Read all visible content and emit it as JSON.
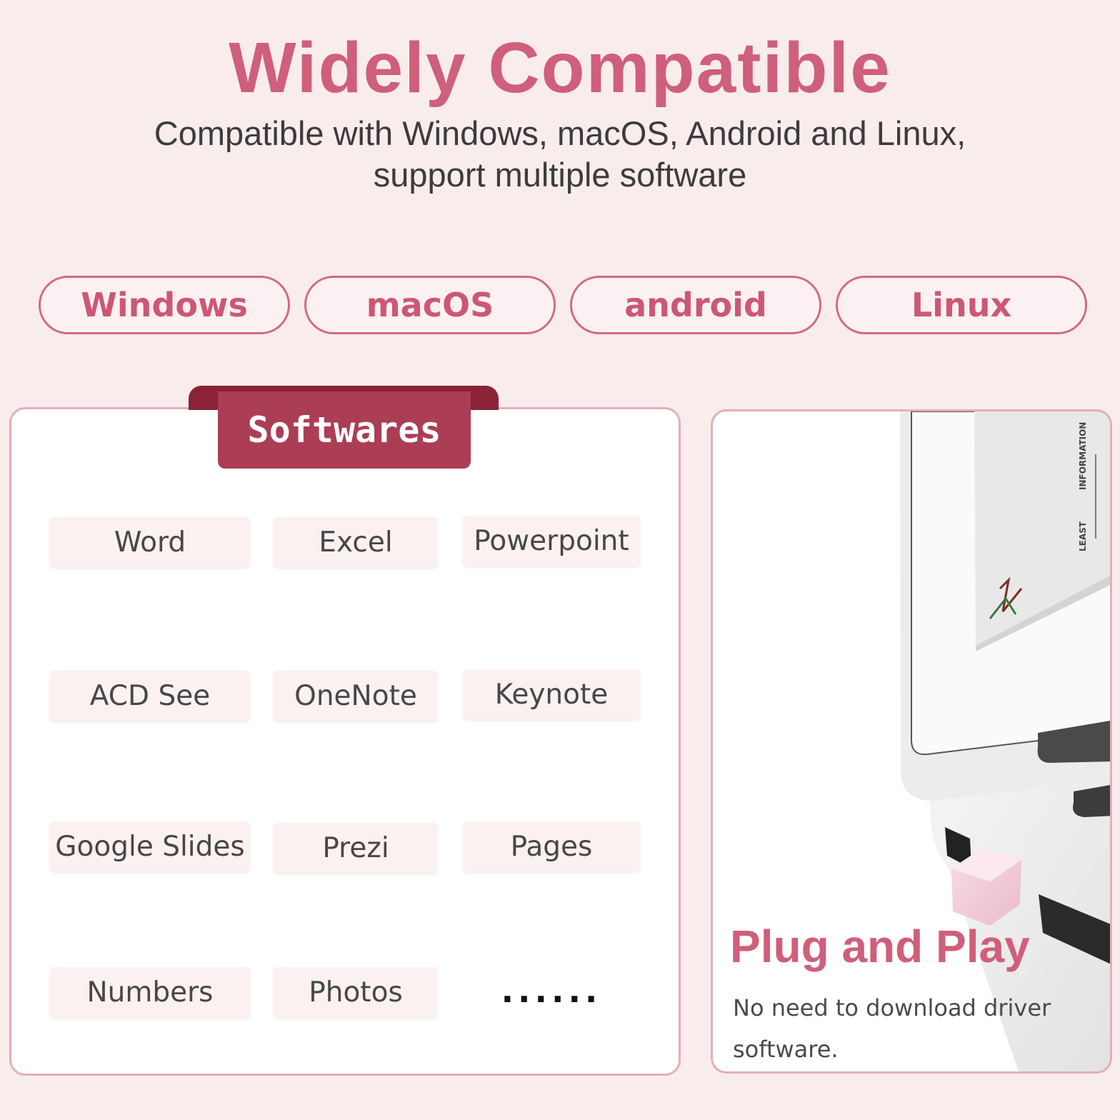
{
  "header": {
    "title": "Widely Compatible",
    "subtitle_line1": "Compatible with Windows, macOS, Android and Linux,",
    "subtitle_line2": "support multiple software"
  },
  "os_list": [
    "Windows",
    "macOS",
    "android",
    "Linux"
  ],
  "softwares": {
    "ribbon_label": "Softwares",
    "items": [
      "Word",
      "Excel",
      "Powerpoint",
      "ACD See",
      "OneNote",
      "Keynote",
      "Google Slides",
      "Prezi",
      "Pages",
      "Numbers",
      "Photos"
    ],
    "more": "......"
  },
  "plug": {
    "title": "Plug and Play",
    "description": "No need to download driver software.",
    "screen_text_1": "INFORMATION",
    "screen_text_2": "LEAST"
  },
  "colors": {
    "accent": "#cf5f7a",
    "ribbon": "#ab3d55",
    "background": "#f9ecec",
    "usb_drive": "#f3d3dd"
  }
}
